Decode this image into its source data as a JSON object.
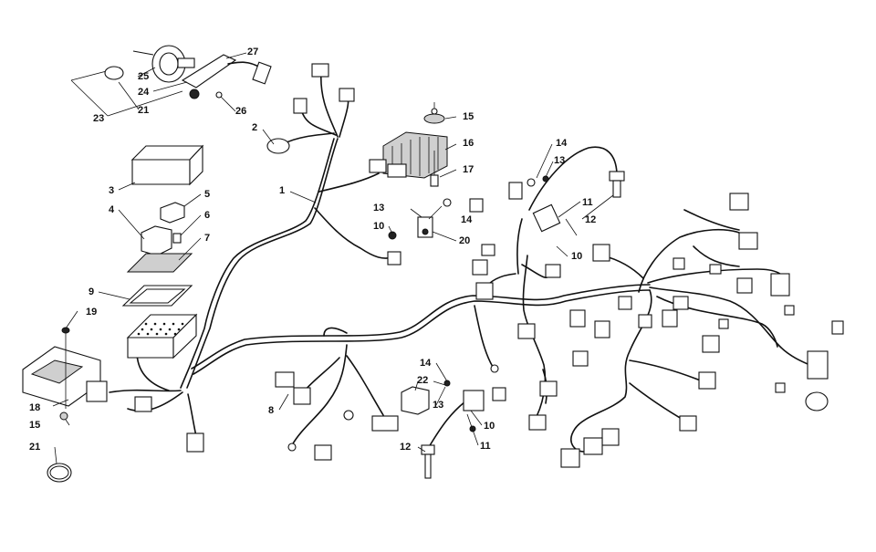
{
  "diagram": {
    "callouts": [
      {
        "id": "c1",
        "text": "1"
      },
      {
        "id": "c2",
        "text": "2"
      },
      {
        "id": "c3",
        "text": "3"
      },
      {
        "id": "c4",
        "text": "4"
      },
      {
        "id": "c5",
        "text": "5"
      },
      {
        "id": "c6",
        "text": "6"
      },
      {
        "id": "c7",
        "text": "7"
      },
      {
        "id": "c8",
        "text": "8"
      },
      {
        "id": "c9",
        "text": "9"
      },
      {
        "id": "c10a",
        "text": "10"
      },
      {
        "id": "c10b",
        "text": "10"
      },
      {
        "id": "c10c",
        "text": "10"
      },
      {
        "id": "c11a",
        "text": "11"
      },
      {
        "id": "c11b",
        "text": "11"
      },
      {
        "id": "c12a",
        "text": "12"
      },
      {
        "id": "c12b",
        "text": "12"
      },
      {
        "id": "c13a",
        "text": "13"
      },
      {
        "id": "c13b",
        "text": "13"
      },
      {
        "id": "c13c",
        "text": "13"
      },
      {
        "id": "c14a",
        "text": "14"
      },
      {
        "id": "c14b",
        "text": "14"
      },
      {
        "id": "c14c",
        "text": "14"
      },
      {
        "id": "c15a",
        "text": "15"
      },
      {
        "id": "c15b",
        "text": "15"
      },
      {
        "id": "c16",
        "text": "16"
      },
      {
        "id": "c17",
        "text": "17"
      },
      {
        "id": "c18",
        "text": "18"
      },
      {
        "id": "c19",
        "text": "19"
      },
      {
        "id": "c20",
        "text": "20"
      },
      {
        "id": "c21a",
        "text": "21"
      },
      {
        "id": "c21b",
        "text": "21"
      },
      {
        "id": "c22",
        "text": "22"
      },
      {
        "id": "c23",
        "text": "23"
      },
      {
        "id": "c24",
        "text": "24"
      },
      {
        "id": "c25",
        "text": "25"
      },
      {
        "id": "c26",
        "text": "26"
      },
      {
        "id": "c27",
        "text": "27"
      }
    ]
  }
}
